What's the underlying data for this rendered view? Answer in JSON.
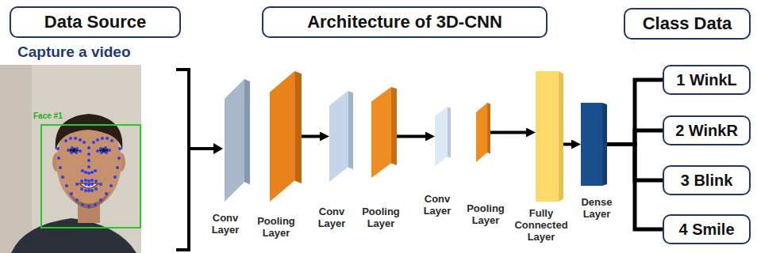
{
  "diagram": {
    "nodes": [
      {
        "text": [
          "Data Source"
        ]
      },
      {
        "text": [
          "Architecture of 3D-CNN"
        ]
      },
      {
        "text": [
          "Class Data"
        ]
      },
      {
        "text": [
          "Conv Layer"
        ]
      },
      {
        "text": [
          "Pooling Layer"
        ]
      },
      {
        "text": [
          "Conv Layer"
        ]
      },
      {
        "text": [
          "Pooling Layer"
        ]
      },
      {
        "text": [
          "Conv Layer"
        ]
      },
      {
        "text": [
          "Pooling Layer"
        ]
      },
      {
        "text": [
          "Fully Connected Layer"
        ]
      },
      {
        "text": [
          "Dense Layer"
        ]
      },
      {
        "text": [
          "1 WinkL"
        ]
      },
      {
        "text": [
          "2 WinkR"
        ]
      },
      {
        "text": [
          "3 Blink"
        ]
      },
      {
        "text": [
          "4 Smile"
        ]
      }
    ],
    "edges": [
      {
        "from": 4,
        "to": 5,
        "arrow": "to"
      },
      {
        "from": 6,
        "to": 7,
        "arrow": "to"
      },
      {
        "from": 8,
        "to": 9,
        "arrow": "to"
      },
      {
        "from": 9,
        "to": 10,
        "arrow": "to"
      },
      {
        "from": 10,
        "to": 11,
        "arrow": "none"
      },
      {
        "from": 10,
        "to": 12,
        "arrow": "none"
      },
      {
        "from": 10,
        "to": 13,
        "arrow": "none"
      },
      {
        "from": 10,
        "to": 14,
        "arrow": "none"
      }
    ],
    "labels": [
      "Capture a video",
      "Face #1"
    ]
  }
}
